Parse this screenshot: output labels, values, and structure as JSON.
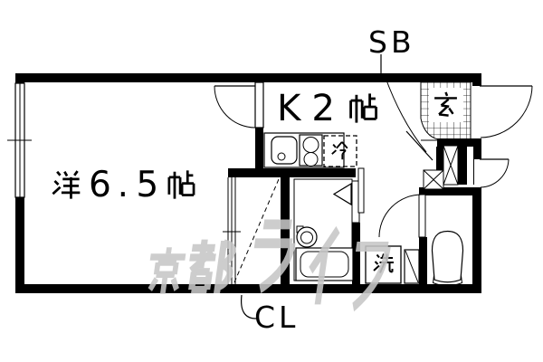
{
  "plan": {
    "rooms": [
      {
        "id": "western-room",
        "label": "洋6.5帖",
        "type": "western-style room",
        "size_tatami": 6.5
      },
      {
        "id": "kitchen",
        "label": "K2帖",
        "type": "kitchen",
        "size_tatami": 2
      },
      {
        "id": "entrance",
        "label": "玄",
        "type": "genkan entrance"
      }
    ],
    "fixtures": [
      {
        "id": "shoe-box",
        "label": "SB"
      },
      {
        "id": "closet",
        "label": "CL"
      },
      {
        "id": "refrigerator",
        "label": "冷"
      },
      {
        "id": "washing-machine",
        "label": "洗"
      }
    ],
    "watermark": {
      "text": "京都ライフ",
      "color": "#c7c7c7"
    },
    "colors": {
      "line": "#000000",
      "background": "#ffffff"
    }
  }
}
